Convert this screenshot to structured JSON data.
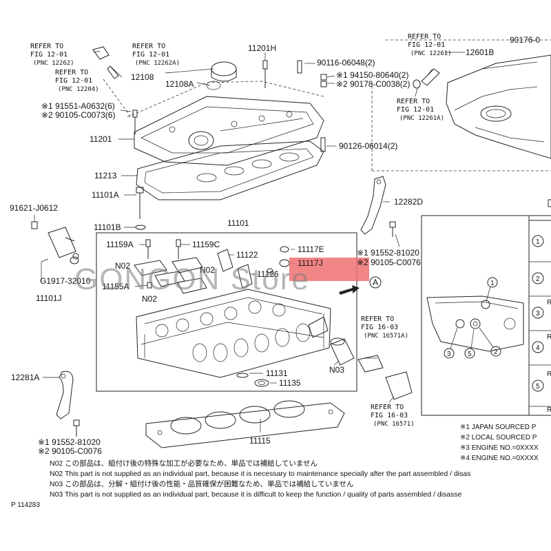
{
  "labels": {
    "p11201h": "11201H",
    "p90116": "90116-06048(2)",
    "p194150": "※1 94150-80640(2)",
    "p290178": "※2 90178-C0038(2)",
    "p12108": "12108",
    "p12108a": "12108A",
    "p91551": "※1 91551-A0632(6)",
    "p90105a": "※2 90105-C0073(6)",
    "p11201": "11201",
    "p90126": "90126-06014(2)",
    "p11213": "11213",
    "p11101a": "11101A",
    "p11101b": "11101B",
    "p11101": "11101",
    "p91621": "91621-J0612",
    "pG1917": "G1917-32010",
    "p11101j": "11101J",
    "p11159a": "11159A",
    "p11159c": "11159C",
    "p11122": "11122",
    "p11117e": "11117E",
    "p11117j": "11117J",
    "p11126": "11126",
    "p11155a": "11155A",
    "pN02a": "N02",
    "pN02b": "N02",
    "pN02c": "N02",
    "pN03": "N03",
    "p11131": "11131",
    "p11135": "11135",
    "p11115": "11115",
    "p12281a": "12281A",
    "p12282d": "12282D",
    "p191552": "※1 91552-81020",
    "p290105b": "※2 90105-C0076",
    "p191552b": "※1 91552-81020",
    "p290105c": "※2 90105-C0076",
    "p12601b": "12601B",
    "p90176": "90176-0",
    "circleA": "A",
    "c1": "1",
    "c2": "2",
    "c3": "3",
    "c5": "5",
    "t1": "1",
    "t2": "2",
    "t3": "3",
    "t4": "4",
    "t5": "5",
    "tr1": "R",
    "tr2": "R",
    "tr3": "R",
    "tr4": "R"
  },
  "refs": {
    "r1": [
      "REFER TO",
      "FIG 12-01",
      "(PNC 12262)"
    ],
    "r2": [
      "REFER TO",
      "FIG 12-01",
      "(PNC 12262A)"
    ],
    "r3": [
      "REFER TO",
      "FIG 12-01",
      "(PNC 12204)"
    ],
    "r4": [
      "REFER TO",
      "FIG 12-01",
      "(PNC 12261)"
    ],
    "r5": [
      "REFER TO",
      "FIG 12-01",
      "(PNC 12261A)"
    ],
    "r6": [
      "REFER TO",
      "FIG 16-03",
      "(PNC 16571A)"
    ],
    "r7": [
      "REFER TO",
      "FIG 16-03",
      "(PNC 16571)"
    ]
  },
  "legend": [
    "※1 JAPAN SOURCED P",
    "※2 LOCAL SOURCED P",
    "※3 ENGINE NO.=0XXXX",
    "※4 ENGINE NO.=0XXXX"
  ],
  "notes": [
    "N02 この部品は、組付け後の特殊な加工が必要なため、単品では補給していません",
    "N02 This part is not supplied as an individual part, because it is necessary to maintenance specially after the part assembled / disas",
    "N03 この部品は、分解・組付け後の性能・品質確保が困難なため、単品では補給していません",
    "N03 This part is not supplied as an individual part, because it is difficult to keep the function / quality of parts  assembled / disasse"
  ],
  "footer": "P 114283",
  "watermark": "GONGON Store",
  "highlight_color": "#f07070"
}
